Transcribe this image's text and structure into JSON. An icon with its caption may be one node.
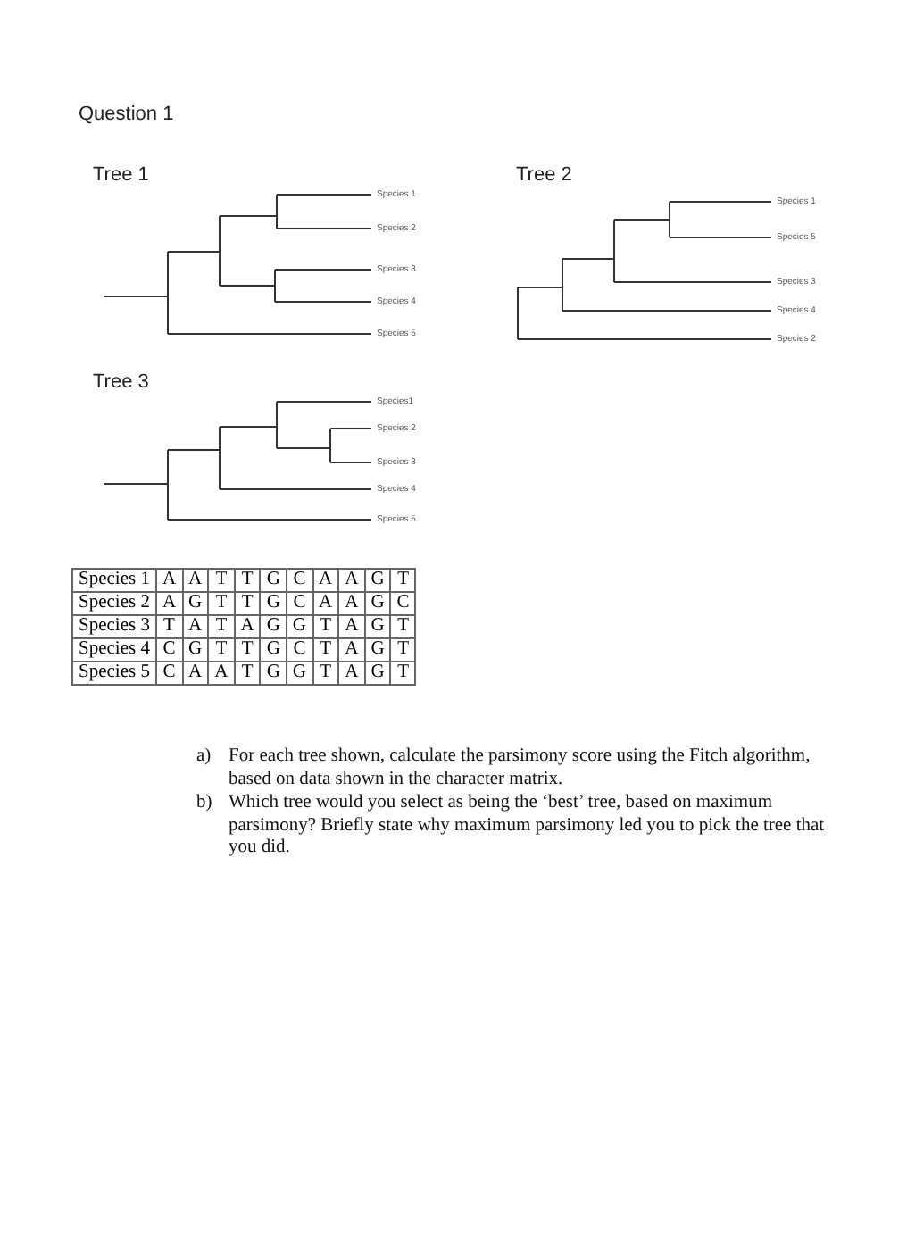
{
  "diagram": {
    "labels": [
      "Question 1",
      "Tree 1",
      "Species 1",
      "Species 2",
      "Species 3",
      "Species 4",
      "Species 5",
      "Tree 2",
      "Species 1",
      "Species 5",
      "Species 3",
      "Species 4",
      "Species 2",
      "Tree 3",
      "Species1",
      "Species 2",
      "Species 3",
      "Species 4",
      "Species 5",
      "Species 1",
      "A",
      "A",
      "T",
      "T",
      "G",
      "C",
      "A",
      "A",
      "G",
      "T",
      "Species 2",
      "A",
      "G",
      "T",
      "T",
      "G",
      "C",
      "A",
      "A",
      "G",
      "C",
      "Species 3",
      "T",
      "A",
      "T",
      "A",
      "G",
      "G",
      "T",
      "A",
      "G",
      "T",
      "Species 4",
      "C",
      "G",
      "T",
      "T",
      "G",
      "C",
      "T",
      "A",
      "G",
      "T",
      "Species 5",
      "C",
      "A",
      "A",
      "T",
      "G",
      "G",
      "T",
      "A",
      "G",
      "T",
      "a)",
      "For each tree shown, calculate the parsimony score using the Fitch algorithm, based on data shown in the character matrix.",
      "b)",
      "Which tree would you select as being the ‘best’ tree, based on maximum parsimony? Briefly state why maximum parsimony led you to pick the tree that you did."
    ]
  }
}
